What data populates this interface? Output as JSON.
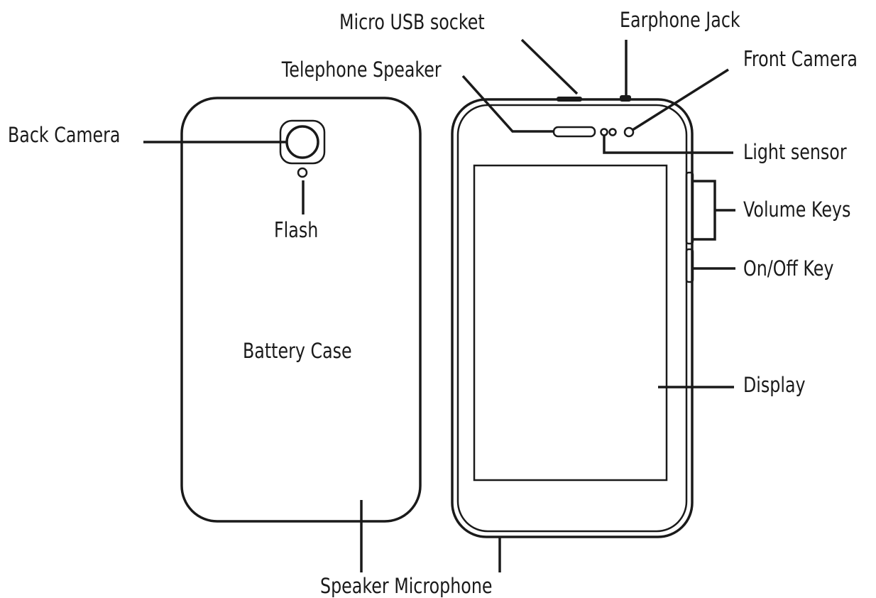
{
  "labels": {
    "micro_usb": "Micro USB socket",
    "earphone_jack": "Earphone Jack",
    "front_camera": "Front Camera",
    "telephone_speaker": "Telephone Speaker",
    "back_camera": "Back Camera",
    "light_sensor": "Light sensor",
    "volume_keys": "Volume Keys",
    "flash": "Flash",
    "on_off_key": "On/Off Key",
    "battery_case": "Battery Case",
    "display": "Display",
    "speaker_microphone": "Speaker Microphone"
  }
}
